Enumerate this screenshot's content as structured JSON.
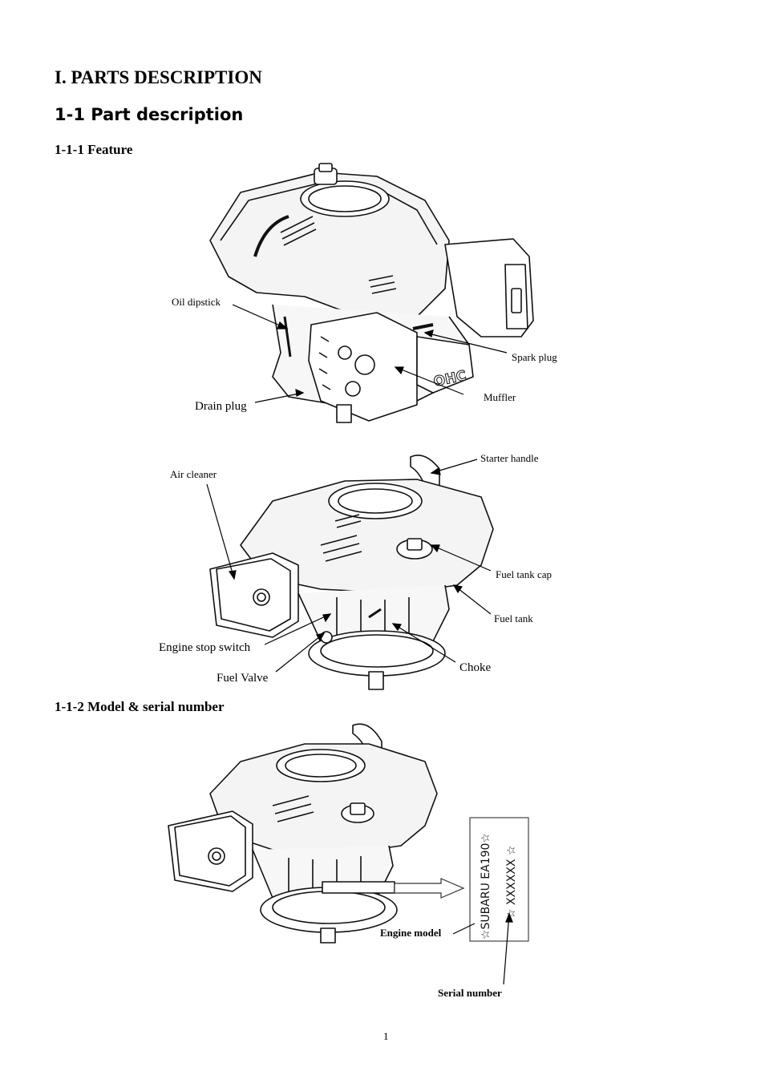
{
  "heading": "I. PARTS DESCRIPTION",
  "subheading": "1-1 Part description",
  "section_feature": "1-1-1 Feature",
  "section_model": "1-1-2 Model & serial number",
  "labels_fig1": {
    "oil_dipstick": "Oil dipstick",
    "spark_plug": "Spark plug",
    "muffler": "Muffler",
    "drain_plug": "Drain plug",
    "ohc_mark": "OHC"
  },
  "labels_fig2": {
    "starter_handle": "Starter handle",
    "air_cleaner": "Air cleaner",
    "fuel_tank_cap": "Fuel tank cap",
    "fuel_tank": "Fuel tank",
    "engine_stop_switch": "Engine stop switch",
    "choke": "Choke",
    "fuel_valve": "Fuel Valve"
  },
  "labels_fig3": {
    "engine_model": "Engine model",
    "serial_number": "Serial number",
    "plate_model_text": "☆SUBARU EA190☆",
    "plate_serial_text": "☆ XXXXXX ☆"
  },
  "page_number": "1"
}
